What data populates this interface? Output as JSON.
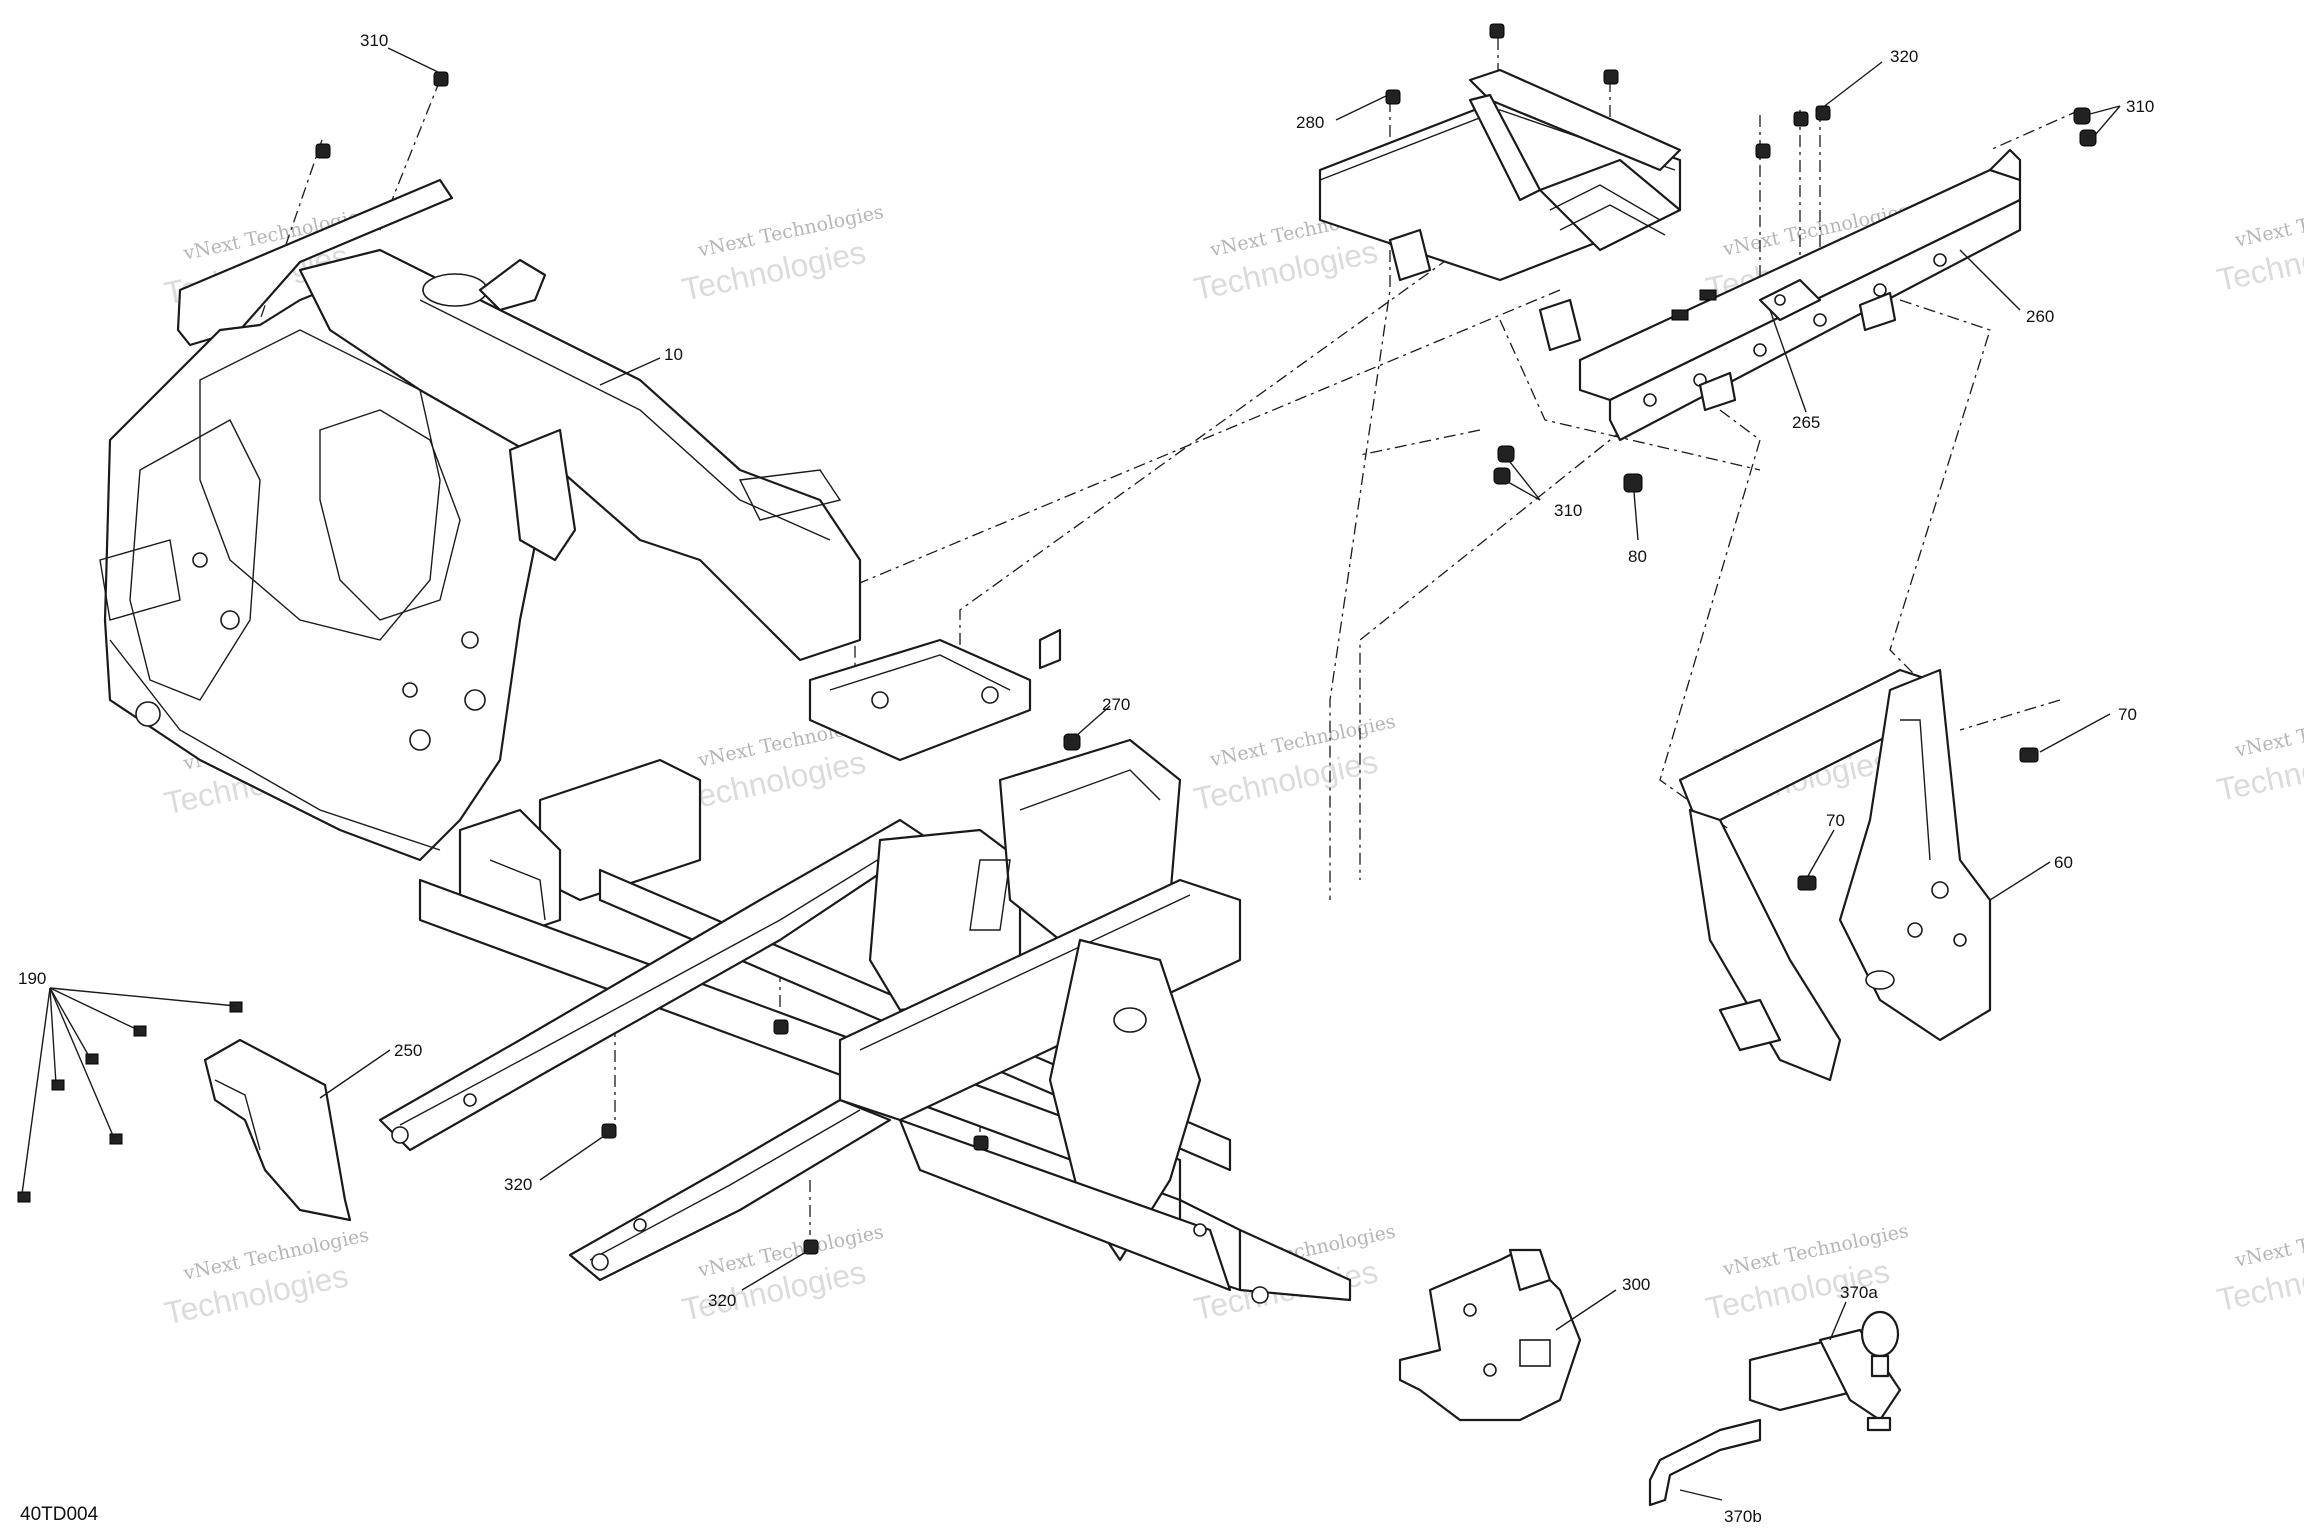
{
  "diagram_code": "40TD004",
  "watermark": {
    "line1": "vNext Technologies",
    "line2": "Technologies"
  },
  "callouts": {
    "c10": "10",
    "c60": "60",
    "c70a": "70",
    "c70b": "70",
    "c80": "80",
    "c190": "190",
    "c250": "250",
    "c260": "260",
    "c265": "265",
    "c270": "270",
    "c280": "280",
    "c300": "300",
    "c310a": "310",
    "c310b": "310",
    "c310c": "310",
    "c320a": "320",
    "c320b": "320",
    "c320c": "320",
    "c370a": "370a",
    "c370b": "370b"
  }
}
